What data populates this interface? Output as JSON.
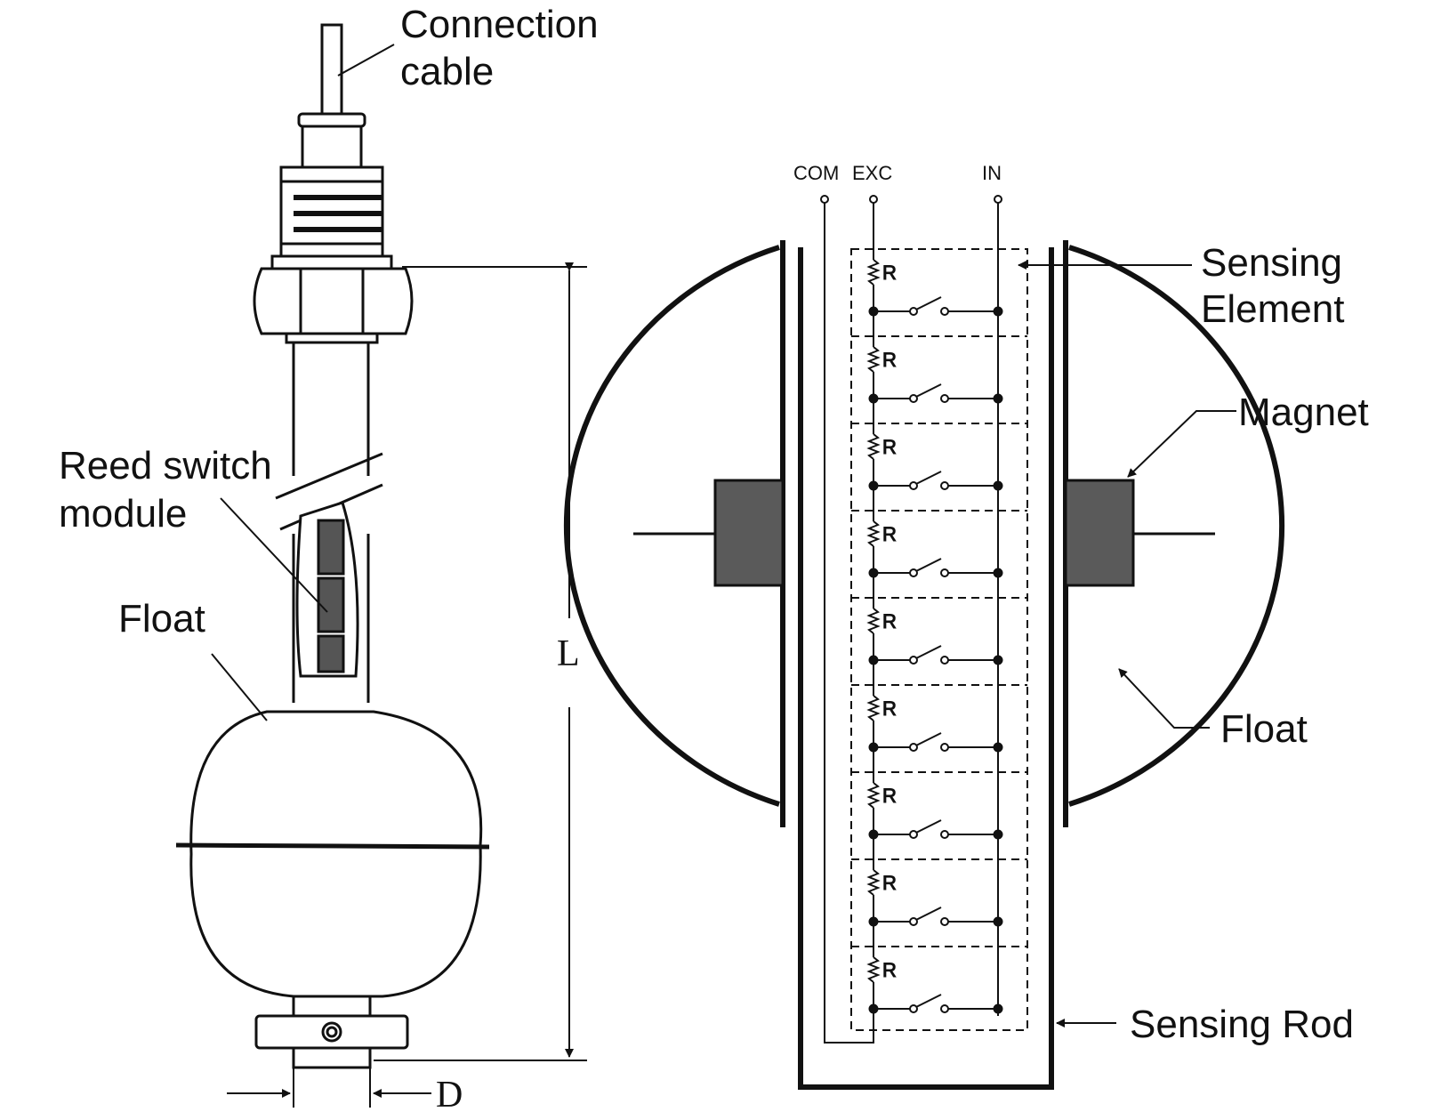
{
  "left_figure": {
    "labels": {
      "connection_cable_1": "Connection",
      "connection_cable_2": "cable",
      "reed_switch_1": "Reed switch",
      "reed_switch_2": "module",
      "float": "Float",
      "length": "L",
      "diameter": "D"
    }
  },
  "right_figure": {
    "terminals": {
      "com": "COM",
      "exc": "EXC",
      "in": "IN"
    },
    "resistor_label": "R",
    "segment_count": 9,
    "labels": {
      "sensing_element_1": "Sensing",
      "sensing_element_2": "Element",
      "magnet": "Magnet",
      "float": "Float",
      "sensing_rod": "Sensing Rod"
    }
  },
  "colors": {
    "line": "#111111",
    "magnet_fill": "#5a5a5a"
  }
}
